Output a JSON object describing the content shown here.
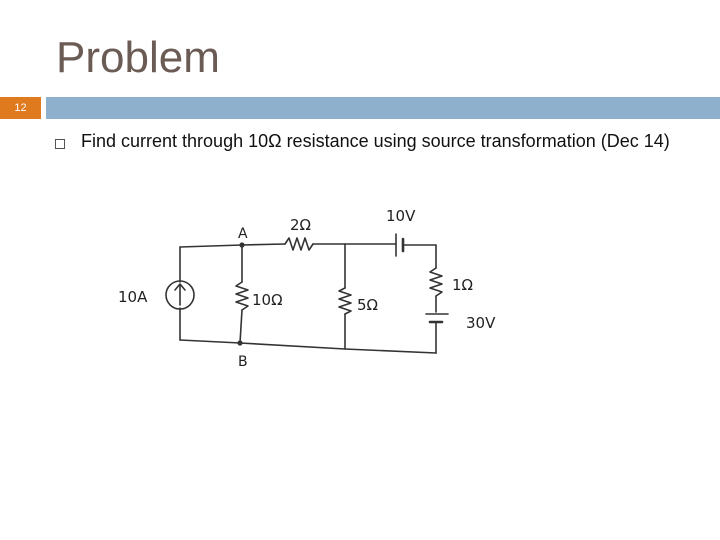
{
  "slide": {
    "title": "Problem",
    "page_number": "12",
    "bullets": [
      {
        "text": "Find current through 10Ω resistance using source transformation (Dec 14)"
      }
    ]
  },
  "circuit": {
    "labels": {
      "node_a": "A",
      "node_b": "B",
      "current_source": "10A",
      "r_series": "2Ω",
      "r_10": "10Ω",
      "r_5": "5Ω",
      "r_1": "1Ω",
      "v_top": "10V",
      "v_right": "30V"
    }
  }
}
